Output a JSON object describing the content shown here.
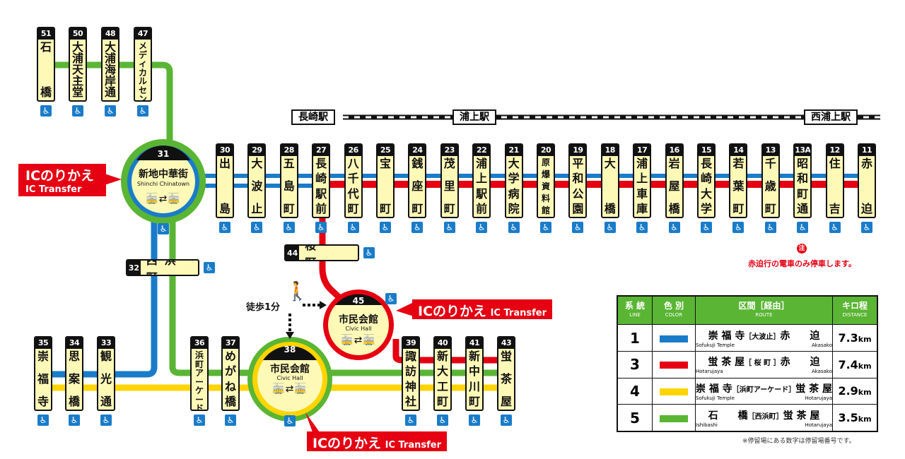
{
  "colors": {
    "line1": "#1a7cc9",
    "line3": "#e50012",
    "line4": "#ffd400",
    "line5": "#5ab534",
    "stop_fill": "#fff9b8"
  },
  "accessible_icon": "wheelchair-icon",
  "top_left_stops": [
    {
      "num": "51",
      "name": [
        "石",
        "",
        "",
        "橋"
      ]
    },
    {
      "num": "50",
      "name": [
        "大",
        "浦",
        "天",
        "主",
        "堂"
      ]
    },
    {
      "num": "48",
      "name": [
        "大",
        "浦",
        "海",
        "岸",
        "通"
      ]
    },
    {
      "num": "47",
      "name": [
        "メ",
        "デ",
        "ィ",
        "カ",
        "ル",
        "セ",
        "ン",
        "タ",
        "ー"
      ]
    }
  ],
  "main_stops": [
    {
      "num": "30",
      "name": [
        "出",
        "島"
      ]
    },
    {
      "num": "29",
      "name": [
        "大",
        "波",
        "止"
      ]
    },
    {
      "num": "28",
      "name": [
        "五",
        "島",
        "町"
      ]
    },
    {
      "num": "27",
      "name": [
        "長",
        "崎",
        "駅",
        "前"
      ]
    },
    {
      "num": "26",
      "name": [
        "八",
        "千",
        "代",
        "町"
      ]
    },
    {
      "num": "25",
      "name": [
        "宝",
        "町"
      ]
    },
    {
      "num": "24",
      "name": [
        "銭",
        "座",
        "町"
      ]
    },
    {
      "num": "23",
      "name": [
        "茂",
        "里",
        "町"
      ]
    },
    {
      "num": "22",
      "name": [
        "浦",
        "上",
        "駅",
        "前"
      ]
    },
    {
      "num": "21",
      "name": [
        "大",
        "学",
        "病",
        "院"
      ]
    },
    {
      "num": "20",
      "name": [
        "原",
        "爆",
        "資",
        "料",
        "館"
      ]
    },
    {
      "num": "19",
      "name": [
        "平",
        "和",
        "公",
        "園"
      ]
    },
    {
      "num": "18",
      "name": [
        "大",
        "橋"
      ]
    },
    {
      "num": "17",
      "name": [
        "浦",
        "上",
        "車",
        "庫"
      ]
    },
    {
      "num": "16",
      "name": [
        "岩",
        "屋",
        "橋"
      ]
    },
    {
      "num": "15",
      "name": [
        "長",
        "崎",
        "大",
        "学"
      ]
    },
    {
      "num": "14",
      "name": [
        "若",
        "葉",
        "町"
      ]
    },
    {
      "num": "13",
      "name": [
        "千",
        "歳",
        "町"
      ]
    },
    {
      "num": "13A",
      "name": [
        "昭",
        "和",
        "町",
        "通"
      ]
    },
    {
      "num": "12",
      "name": [
        "住",
        "吉"
      ]
    },
    {
      "num": "11",
      "name": [
        "赤",
        "迫"
      ]
    }
  ],
  "bottom_left_stops": [
    {
      "num": "35",
      "name": [
        "崇",
        "福",
        "寺"
      ]
    },
    {
      "num": "34",
      "name": [
        "思",
        "案",
        "橋"
      ]
    },
    {
      "num": "33",
      "name": [
        "観",
        "光",
        "通"
      ]
    }
  ],
  "bottom_mid_stops": [
    {
      "num": "36",
      "name": [
        "浜",
        "町",
        "ア",
        "ー",
        "ケ",
        "ー",
        "ド"
      ]
    },
    {
      "num": "37",
      "name": [
        "め",
        "が",
        "ね",
        "橋"
      ]
    }
  ],
  "bottom_right_stops": [
    {
      "num": "39",
      "name": [
        "諏",
        "訪",
        "神",
        "社"
      ]
    },
    {
      "num": "40",
      "name": [
        "新",
        "大",
        "工",
        "町"
      ]
    },
    {
      "num": "41",
      "name": [
        "新",
        "中",
        "川",
        "町"
      ]
    },
    {
      "num": "43",
      "name": [
        "蛍",
        "茶",
        "屋"
      ]
    }
  ],
  "horizontal_stops": {
    "nishihamanomachi": {
      "num": "32",
      "name": "西浜町"
    },
    "sakuramachi": {
      "num": "44",
      "name": "桜　町"
    }
  },
  "hubs": {
    "chinatown": {
      "num": "31",
      "name": "新地中華街",
      "en": "Shinchi Chinatown"
    },
    "civic45": {
      "num": "45",
      "name": "市民会館",
      "en": "Civic Hall"
    },
    "civic38": {
      "num": "38",
      "name": "市民会館",
      "en": "Civic Hall"
    }
  },
  "tram_glyph": "🚋⇄🚋",
  "ic_transfer": {
    "jp": "ICのりかえ",
    "en": "IC Transfer"
  },
  "jr_stations": [
    "長崎駅",
    "浦上駅",
    "西浦上駅"
  ],
  "note": {
    "mark": "注",
    "text": "赤迫行の電車のみ停車します。"
  },
  "walk": {
    "text": "徒歩1分",
    "icon": "walking-person-icon"
  },
  "legend": {
    "headers": [
      {
        "jp": "系 統",
        "en": "LINE"
      },
      {
        "jp": "色 別",
        "en": "COLOR"
      },
      {
        "jp": "区間［経由］",
        "en": "ROUTE"
      },
      {
        "jp": "キロ程",
        "en": "DISTANCE"
      }
    ],
    "rows": [
      {
        "line": "1",
        "color": "#1a7cc9",
        "from": "崇 福 寺",
        "via": "［大波止］",
        "to": "赤　　迫",
        "from_en": "Sofukuji Temple",
        "to_en": "Akasako",
        "dist": "7.3",
        "unit": "km"
      },
      {
        "line": "3",
        "color": "#e50012",
        "from": "蛍 茶 屋",
        "via": "［ 桜 町 ］",
        "to": "赤　　迫",
        "from_en": "Hotarujaya",
        "to_en": "Akasako",
        "dist": "7.4",
        "unit": "km"
      },
      {
        "line": "4",
        "color": "#ffd400",
        "from": "崇 福 寺",
        "via": "［浜町アーケード］",
        "to": "蛍 茶 屋",
        "from_en": "Sofukuji Temple",
        "to_en": "Hotarujaya",
        "dist": "2.9",
        "unit": "km"
      },
      {
        "line": "5",
        "color": "#5ab534",
        "from": "石　　橋",
        "via": "［西浜町］",
        "to": "蛍 茶 屋",
        "from_en": "Ishibashi",
        "to_en": "Hotarujaya",
        "dist": "3.5",
        "unit": "km"
      }
    ]
  },
  "footnote": "※停留場にある数字は停留場番号です。"
}
